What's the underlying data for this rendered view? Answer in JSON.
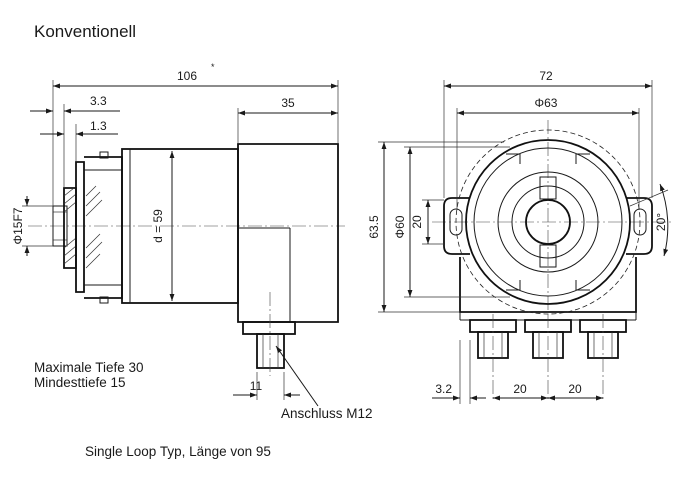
{
  "title": "Konventionell",
  "notes": {
    "max_depth": "Maximale Tiefe 30",
    "min_depth": "Mindesttiefe 15",
    "connector": "Anschluss M12",
    "single_loop": "Single Loop Typ, Länge von 95"
  },
  "dimensions": {
    "overall_length": "106",
    "overall_length_mark": "*",
    "d_3_3": "3.3",
    "d_1_3": "1.3",
    "d_35": "35",
    "shaft_dia": "Φ15F7",
    "body_dia": "d = 59",
    "d_11": "11",
    "width_72": "72",
    "bolt_circle": "Φ63",
    "height_63_5": "63.5",
    "dia_60": "Φ60",
    "d_20_vertical": "20",
    "angle_20": "20°",
    "d_3_2": "3.2",
    "pitch_1": "20",
    "pitch_2": "20"
  }
}
